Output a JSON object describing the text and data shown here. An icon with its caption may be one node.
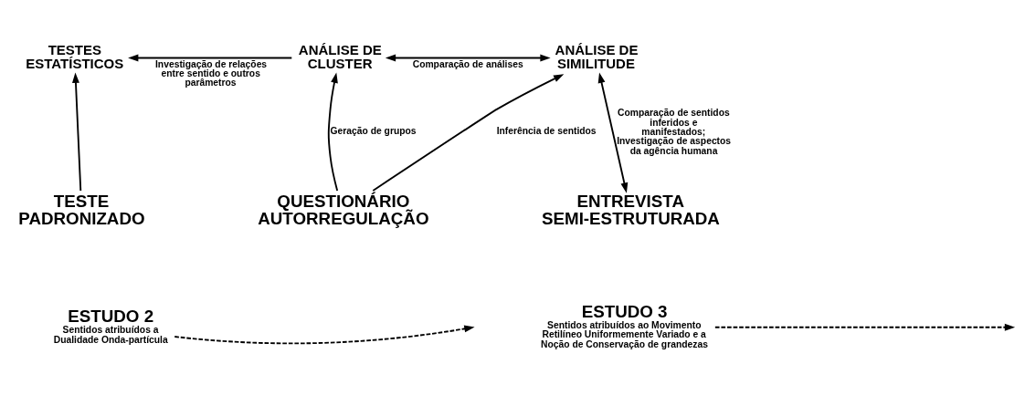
{
  "diagram": {
    "nodes": [
      {
        "text": [
          "TESTES ESTATÍSTICOS"
        ]
      },
      {
        "text": [
          "ANÁLISE DE CLUSTER"
        ]
      },
      {
        "text": [
          "ANÁLISE DE SIMILITUDE"
        ]
      },
      {
        "text": [
          "TESTE PADRONIZADO"
        ]
      },
      {
        "text": [
          "QUESTIONÁRIO AUTORREGULAÇÃO"
        ]
      },
      {
        "text": [
          "ENTREVISTA SEMI-ESTRUTURADA"
        ]
      },
      {
        "text": [
          "ESTUDO 2",
          "Sentidos atribuídos a Dualidade Onda-partícula"
        ]
      },
      {
        "text": [
          "ESTUDO 3",
          "Sentidos atribuídos ao Movimento Retilíneo Uniformemente Variado e a Noção de Conservação de grandezas"
        ]
      }
    ],
    "edges": [
      {
        "from": 1,
        "to": 0,
        "arrow": "to",
        "label": "Investigação de relações entre sentido e outros parâmetros"
      },
      {
        "from": 1,
        "to": 2,
        "arrow": "both",
        "label": "Comparação de análises"
      },
      {
        "from": 5,
        "to": 2,
        "arrow": "both",
        "label": "Comparação de sentidos inferidos e manifestados; Investigação de aspectos da agência humana"
      },
      {
        "from": 3,
        "to": 0,
        "arrow": "to"
      },
      {
        "from": 4,
        "to": 1,
        "arrow": "to",
        "label": "Geração de grupos"
      },
      {
        "from": 4,
        "to": 2,
        "arrow": "to",
        "label": "Inferência de sentidos"
      },
      {
        "from": 6,
        "to": null,
        "arrow": "to",
        "style": "dashed"
      },
      {
        "from": 7,
        "to": null,
        "arrow": "to",
        "style": "dashed"
      }
    ]
  }
}
